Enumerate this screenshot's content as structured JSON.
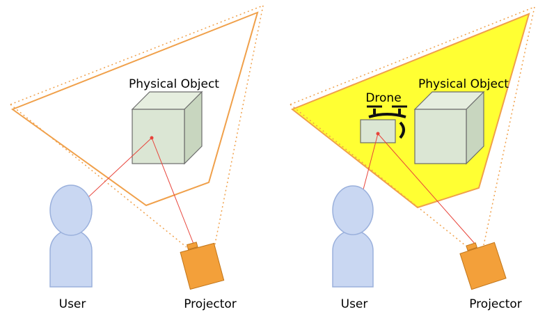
{
  "panels": {
    "left": {
      "object_label": "Physical Object",
      "user_label": "User",
      "projector_label": "Projector"
    },
    "right": {
      "drone_label": "Drone",
      "object_label": "Physical Object",
      "user_label": "User",
      "projector_label": "Projector"
    }
  },
  "colors": {
    "frustum_outline": "#f0a04a",
    "projection_fill": "#ffff33",
    "cube_face": "#dbe6d4",
    "cube_edge": "#6b6b6b",
    "user_fill": "#c9d7f2",
    "user_edge": "#9ab0dc",
    "projector_fill": "#f3a03a",
    "projector_edge": "#c07418",
    "sight_line": "#e8433a"
  }
}
